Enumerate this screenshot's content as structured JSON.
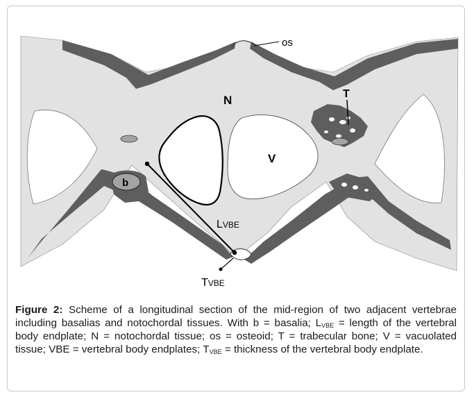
{
  "figure": {
    "labels": {
      "os": "os",
      "N": "N",
      "T": "T",
      "V": "V",
      "b": "b",
      "L": "L",
      "L_sub": "VBE",
      "T_endplate": "T",
      "T_sub": "VBE"
    },
    "caption": {
      "figure_label": "Figure 2:",
      "intro": "Scheme of a longitudinal section of the mid-region of two adjacent vertebrae including basalias and notochordal tissues. With b = basalia; L",
      "l_sub": "VBE",
      "middle": "= length of the vertebral body endplate; N = notochordal tissue; os = osteoid; T = trabecular bone; V = vacuolated tissue; VBE = vertebral body endplates;",
      "t_main": "T",
      "t_sub": "VBE",
      "end": "= thickness of the vertebral body endplate."
    },
    "colors": {
      "tissue": "#e2e2e2",
      "bone": "#5e5e5e",
      "basalia": "#a3a3a3",
      "outline": "#000000"
    }
  }
}
